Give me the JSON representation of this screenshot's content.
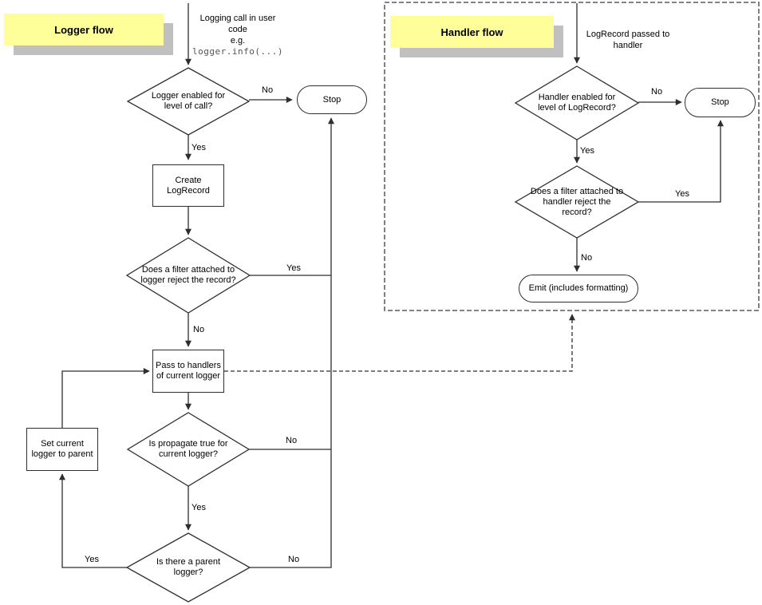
{
  "colors": {
    "note_bg": "#FFFF99",
    "note_shadow": "#C0C0C0",
    "line": "#2e2e2e"
  },
  "logger_flow": {
    "title": "Logger flow",
    "start": {
      "line1": "Logging call in user",
      "line2": "code",
      "line3": "e.g.",
      "code": "logger.info(...)"
    },
    "nodes": {
      "enabled_q": "Logger enabled for level of call?",
      "stop": "Stop",
      "create": "Create LogRecord",
      "filter_q": "Does a filter attached to logger reject the record?",
      "pass": "Pass to handlers of current logger",
      "propagate_q": "Is propagate true for current logger?",
      "parent_q": "Is there a parent logger?",
      "set_parent": "Set current logger to parent"
    },
    "edges": {
      "enabled_no": "No",
      "enabled_yes": "Yes",
      "filter_yes": "Yes",
      "filter_no": "No",
      "propagate_no": "No",
      "propagate_yes": "Yes",
      "parent_yes": "Yes",
      "parent_no": "No"
    }
  },
  "handler_flow": {
    "title": "Handler flow",
    "start": "LogRecord passed to handler",
    "nodes": {
      "enabled_q": "Handler enabled for level of LogRecord?",
      "stop": "Stop",
      "filter_q": "Does a filter attached to handler reject the record?",
      "emit": "Emit (includes formatting)"
    },
    "edges": {
      "enabled_no": "No",
      "enabled_yes": "Yes",
      "filter_yes": "Yes",
      "filter_no": "No"
    }
  }
}
